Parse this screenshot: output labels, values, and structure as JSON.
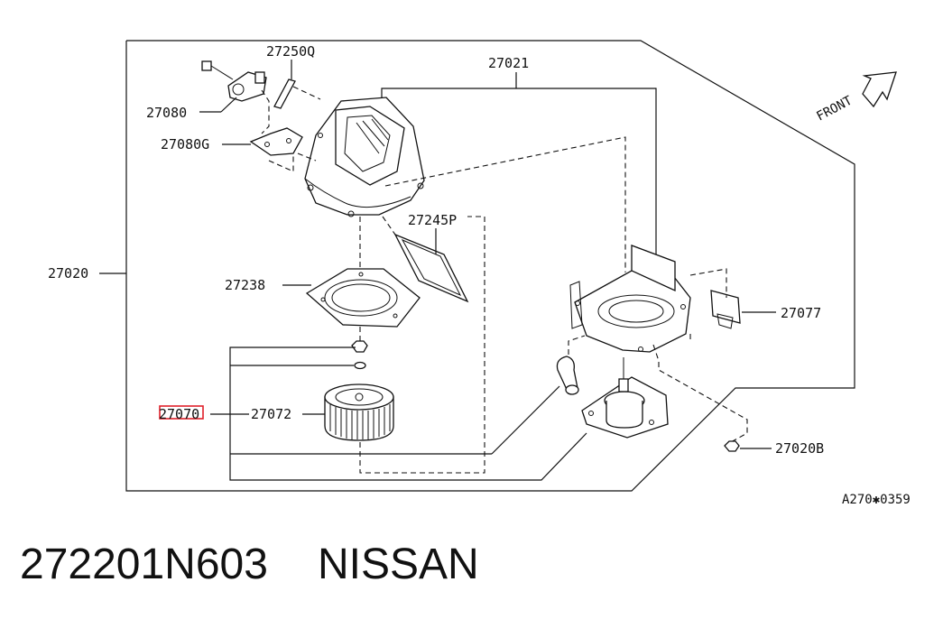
{
  "labels": {
    "p27250q": "27250Q",
    "p27021": "27021",
    "p27080": "27080",
    "p27080g": "27080G",
    "p27245p": "27245P",
    "p27020": "27020",
    "p27238": "27238",
    "p27077": "27077",
    "p27070": "27070",
    "p27072": "27072",
    "p27020b": "27020B",
    "front": "FRONT",
    "ref": "A270✱0359"
  },
  "footer": {
    "part_number": "272201N603",
    "brand": "NISSAN"
  },
  "colors": {
    "line": "#111111",
    "highlight": "#e0202a"
  }
}
